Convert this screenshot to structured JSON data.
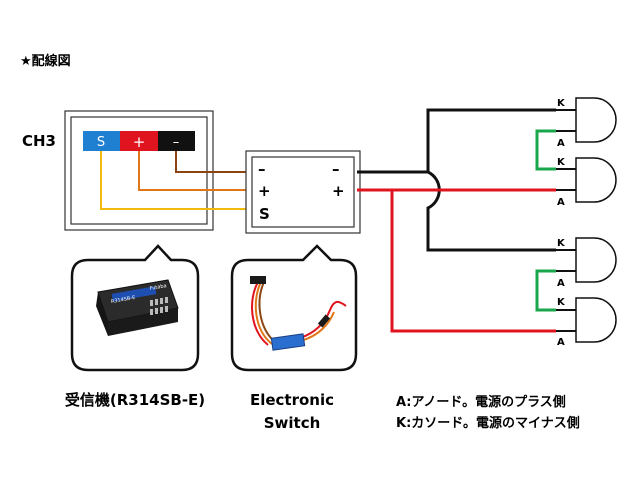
{
  "title": "★配線図",
  "channel_label": "CH3",
  "connector": {
    "signal": "S",
    "plus": "+",
    "minus": "–"
  },
  "switch_terminals": {
    "left_minus": "–",
    "left_plus": "+",
    "left_signal": "S",
    "right_minus": "–",
    "right_plus": "+"
  },
  "receiver_caption": "受信機(R314SB-E)",
  "receiver_brand": "Futaba",
  "receiver_model": "R314SB-E",
  "switch_caption_line1": "Electronic",
  "switch_caption_line2": "Switch",
  "leds": [
    {
      "k": "K",
      "a": "A"
    },
    {
      "k": "K",
      "a": "A"
    },
    {
      "k": "K",
      "a": "A"
    },
    {
      "k": "K",
      "a": "A"
    }
  ],
  "legend_anode": "A:アノード。電源のプラス側",
  "legend_cathode": "K:カソード。電源のマイナス側",
  "colors": {
    "signal_blue": "#1f7fd0",
    "plus_red": "#e0141e",
    "minus_black": "#111111",
    "wire_brown": "#8b4513",
    "wire_orange": "#e0781a",
    "wire_yellow": "#f2b90f",
    "wire_red": "#e0141e",
    "wire_green": "#1aa64a"
  }
}
